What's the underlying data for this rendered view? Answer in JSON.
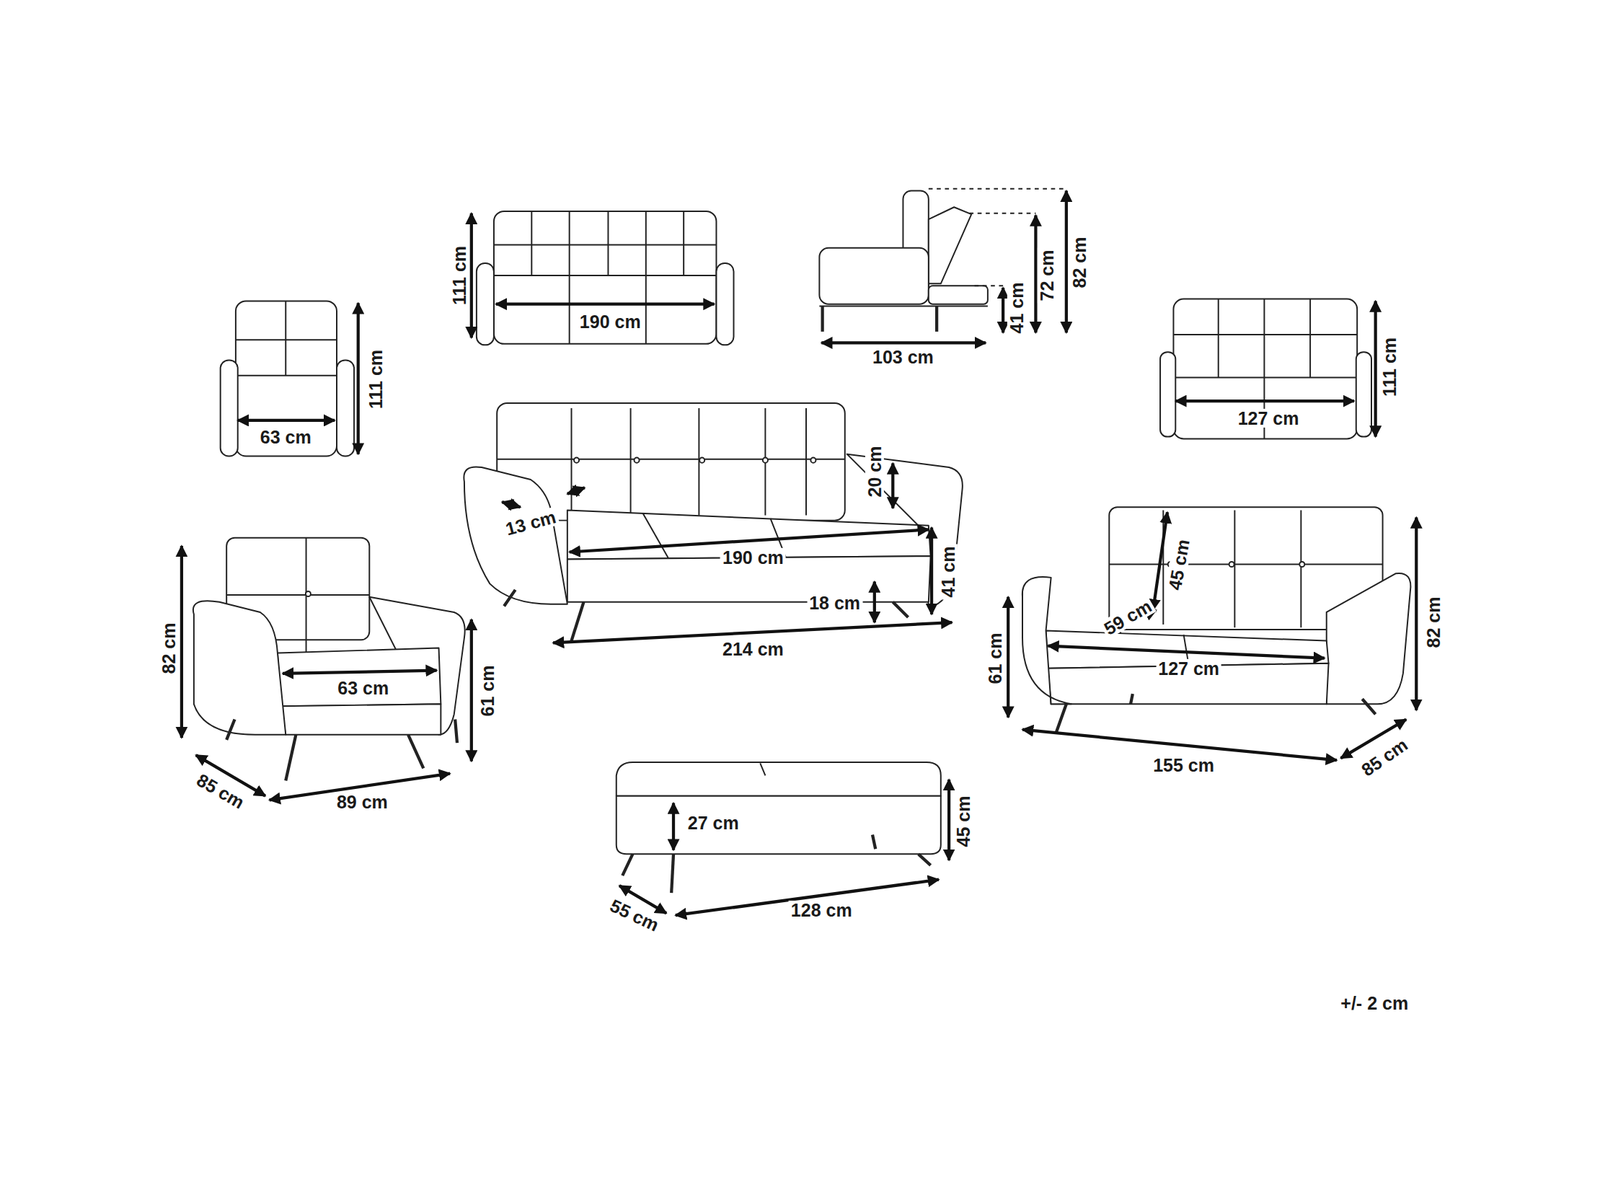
{
  "diagram": {
    "labels": [
      "111 cm",
      "190 cm",
      "82 cm",
      "72 cm",
      "41 cm",
      "103 cm",
      "111 cm",
      "63 cm",
      "111 cm",
      "127 cm",
      "20 cm",
      "13 cm",
      "190 cm",
      "41 cm",
      "18 cm",
      "214 cm",
      "82 cm",
      "63 cm",
      "61 cm",
      "85 cm",
      "89 cm",
      "45 cm",
      "59 cm",
      "61 cm",
      "127 cm",
      "82 cm",
      "155 cm",
      "85 cm",
      "27 cm",
      "45 cm",
      "55 cm",
      "128 cm",
      "+/- 2 cm"
    ]
  }
}
